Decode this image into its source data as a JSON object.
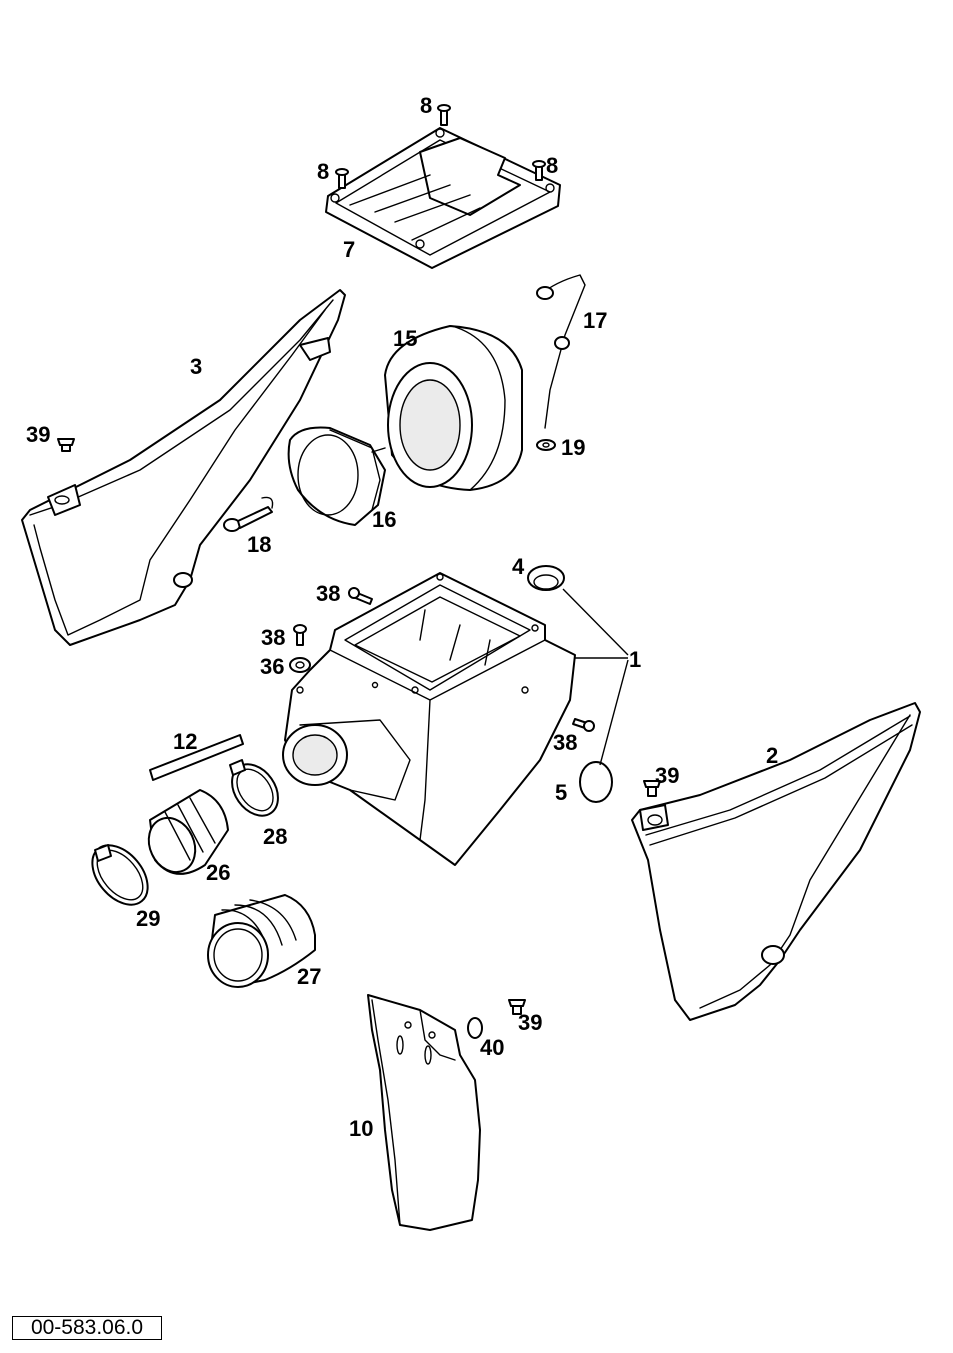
{
  "diagram": {
    "reference_code": "00-583.06.0",
    "callouts": {
      "c1": "1",
      "c2": "2",
      "c3": "3",
      "c4": "4",
      "c5": "5",
      "c7": "7",
      "c8a": "8",
      "c8b": "8",
      "c8c": "8",
      "c10": "10",
      "c12": "12",
      "c15": "15",
      "c16": "16",
      "c17": "17",
      "c18": "18",
      "c19": "19",
      "c26": "26",
      "c27": "27",
      "c28": "28",
      "c29": "29",
      "c36": "36",
      "c38a": "38",
      "c38b": "38",
      "c38c": "38",
      "c39a": "39",
      "c39b": "39",
      "c39c": "39",
      "c40": "40"
    }
  }
}
